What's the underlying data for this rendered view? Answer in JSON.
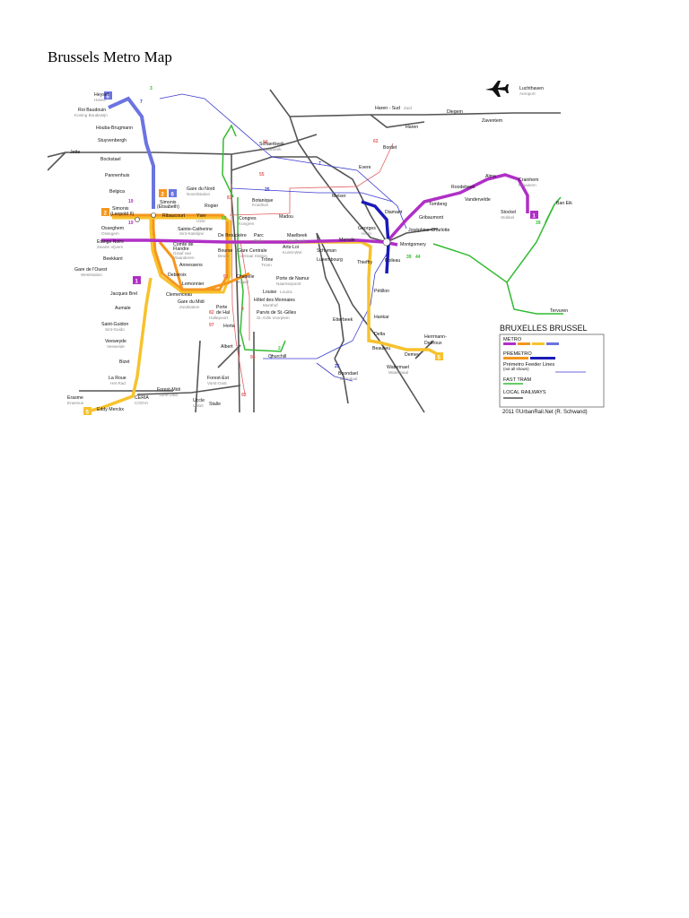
{
  "title": "Brussels Metro Map",
  "colors": {
    "metro_purple": "#b02fc6",
    "metro_orange": "#f5961e",
    "metro_yellow": "#f7c22c",
    "metro_blue": "#6b74e0",
    "premetro_blue": "#1a1ab8",
    "fast_tram": "#33bb33",
    "local_railway": "#555555",
    "thin_blue": "#3a3ad0",
    "thin_red": "#e06060"
  },
  "airport": {
    "name": "Luchthaven",
    "alt": "Aeroport",
    "icon": "airplane-icon"
  },
  "stations": {
    "heysel": {
      "name": "Heysel",
      "alt": "Heizel"
    },
    "roi_baudouin": {
      "name": "Roi Baudouin",
      "alt": "Koning Boudewijn"
    },
    "houba": {
      "name": "Houba-Brugmann"
    },
    "stuyvenbergh": {
      "name": "Stuyvenbergh"
    },
    "jette": {
      "name": "Jette"
    },
    "bockstael": {
      "name": "Bockstael"
    },
    "pannenhuis": {
      "name": "Pannenhuis"
    },
    "belgica": {
      "name": "Belgica"
    },
    "simonis_elisabeth": {
      "name": "Simonis",
      "alt": "(Elisabeth)"
    },
    "simonis_leopold": {
      "name": "Simonis",
      "alt": "(Leopold II)"
    },
    "gare_du_nord": {
      "name": "Gare du Nord",
      "alt": "Noordstation"
    },
    "rogier": {
      "name": "Rogier"
    },
    "botanique": {
      "name": "Botanique",
      "alt": "Kruidtuin"
    },
    "madou": {
      "name": "Madou"
    },
    "congres": {
      "name": "Congres",
      "alt": "Kongres"
    },
    "ribaucourt": {
      "name": "Ribaucourt"
    },
    "yser": {
      "name": "Yser",
      "alt": "IJzer"
    },
    "osseghem": {
      "name": "Osseghem",
      "alt": "Ossegem"
    },
    "sainte_catherine": {
      "name": "Sainte-Catherine",
      "alt": "Sint-Katelijne"
    },
    "etangs_noirs": {
      "name": "Etangs Noirs",
      "alt": "Zwarte Vijvers"
    },
    "comte_de_flandre": {
      "name": "Comte de",
      "alt": "Flandre",
      "alt2": "Graaf van",
      "alt3": "Vlaanderen"
    },
    "de_brouckere": {
      "name": "De Brouckère"
    },
    "parc": {
      "name": "Parc",
      "alt": "Park"
    },
    "maelbeek": {
      "name": "Maelbeek",
      "alt": "Maalbeek"
    },
    "merode": {
      "name": "Merode"
    },
    "beekkant": {
      "name": "Beekkant"
    },
    "bourse": {
      "name": "Bourse",
      "alt": "Beurs"
    },
    "gare_centrale": {
      "name": "Gare Centrale",
      "alt": "Centraal Station"
    },
    "arts_loi": {
      "name": "Arts-Loi",
      "alt": "Kunst-Wet"
    },
    "schuman": {
      "name": "Schuman"
    },
    "gare_de_louest": {
      "name": "Gare de l'Ouest",
      "alt": "Weststation"
    },
    "annessens": {
      "name": "Annessens"
    },
    "trone": {
      "name": "Trône",
      "alt": "Troon"
    },
    "luxembourg": {
      "name": "Luxembourg"
    },
    "thieffry": {
      "name": "Thieffry"
    },
    "deboroix": {
      "name": "Deboroix"
    },
    "lemonnier": {
      "name": "Lemonnier"
    },
    "chapelle": {
      "name": "Chapelle",
      "alt": "Kapel"
    },
    "porte_de_namur": {
      "name": "Porte de Namur",
      "alt": "Naamsepoort"
    },
    "jacques_brel": {
      "name": "Jacques Brel"
    },
    "clemenceau": {
      "name": "Clemenceau"
    },
    "louise": {
      "name": "Louise",
      "alt": "Louiza"
    },
    "hotel_des_monnaies": {
      "name": "Hôtel des Monnaies",
      "alt": "Munthof"
    },
    "gare_du_midi": {
      "name": "Gare du Midi",
      "alt": "Zuidstation"
    },
    "porte_de_hal": {
      "name": "Porte",
      "alt": "de Hal",
      "alt2": "Hallepoort"
    },
    "parvis_st_gilles": {
      "name": "Parvis de St.-Gilles",
      "alt": "St.-Gilis Voorplein"
    },
    "aumale": {
      "name": "Aumale"
    },
    "saint_guidon": {
      "name": "Saint-Guidon",
      "alt": "Sint-Guido"
    },
    "veeweyde": {
      "name": "Veeweyde",
      "alt": "Veeweide"
    },
    "bizet": {
      "name": "Bizet"
    },
    "la_roue": {
      "name": "La Roue",
      "alt": "Het Rad"
    },
    "ceria": {
      "name": "CERIA",
      "alt": "COOVI"
    },
    "erasme": {
      "name": "Erasme",
      "alt": "Erasmus"
    },
    "eddy_merckx": {
      "name": "Eddy Merckx"
    },
    "forest_midi": {
      "name": "Forest-Midi",
      "alt": "Vorst-Zuid"
    },
    "forest_est": {
      "name": "Forest-Est",
      "alt": "Vorst-Oost"
    },
    "uccle": {
      "name": "Uccle",
      "alt": "Ukkel"
    },
    "stalle": {
      "name": "Stalle"
    },
    "horta": {
      "name": "Horta"
    },
    "albert": {
      "name": "Albert"
    },
    "churchill": {
      "name": "Churchill"
    },
    "etterbeek": {
      "name": "Etterbeek"
    },
    "boondael": {
      "name": "Boondael",
      "alt": "Boondaal"
    },
    "petillon": {
      "name": "Pétillon"
    },
    "hankar": {
      "name": "Hankar"
    },
    "delta": {
      "name": "Delta"
    },
    "beaulieu": {
      "name": "Beaulieu"
    },
    "demey": {
      "name": "Demey"
    },
    "herrmann_debroux": {
      "name": "Herrmann-",
      "alt": "Debroux"
    },
    "watermael": {
      "name": "Watermael",
      "alt": "Watermaal"
    },
    "haren_sud": {
      "name": "Haren - Sud",
      "alt": "Zuid"
    },
    "haren": {
      "name": "Haren"
    },
    "diegem": {
      "name": "Diegem"
    },
    "zaventem": {
      "name": "Zaventem"
    },
    "schaerbeek": {
      "name": "Schaerbeek",
      "alt": "Schaarbeek"
    },
    "bordet": {
      "name": "Bordet"
    },
    "evere": {
      "name": "Evere"
    },
    "meiser": {
      "name": "Meiser"
    },
    "diamant": {
      "name": "Diamant"
    },
    "georges_henri": {
      "name": "Georges",
      "alt": "Henri"
    },
    "montgomery": {
      "name": "Montgomery"
    },
    "josephine_charlotte": {
      "name": "Joséphine-Charlotte"
    },
    "boileau": {
      "name": "Boileau"
    },
    "gribaumont": {
      "name": "Gribaumont"
    },
    "tomberg": {
      "name": "Tomberg"
    },
    "roodebeek": {
      "name": "Roodebeek"
    },
    "vandervelde": {
      "name": "Vandervelde"
    },
    "alma": {
      "name": "Alma"
    },
    "crainhem": {
      "name": "Crainhem",
      "alt": "Kraainem"
    },
    "stockel": {
      "name": "Stockel",
      "alt": "Stokkel"
    },
    "ban_eik": {
      "name": "Ban Eik"
    },
    "tervuren": {
      "name": "Tervuren"
    }
  },
  "badges": {
    "b6": "6",
    "b2": "2",
    "b1": "1",
    "b5": "5"
  },
  "line_numbers": {
    "n3": "3",
    "n7": "7",
    "n25": "25",
    "n55": "55",
    "n62": "62",
    "n44": "44",
    "n39": "39",
    "n19": "19",
    "n51": "51",
    "n81": "81",
    "n82": "82",
    "n97": "97",
    "n4": "4",
    "n92": "92",
    "n93": "93",
    "n94": "94",
    "n2": "2"
  },
  "legend": {
    "title": "BRUXELLES BRUSSEL",
    "metro": "METRO",
    "premetro": "PREMETRO",
    "premetro_feeder": "Prémetro Feeder Lines",
    "premetro_feeder_note": "(not all shown)",
    "fast_tram": "FAST TRAM",
    "local_railways": "LOCAL RAILWAYS"
  },
  "credit": "2011 ©UrbanRail.Net (R. Schwand)"
}
